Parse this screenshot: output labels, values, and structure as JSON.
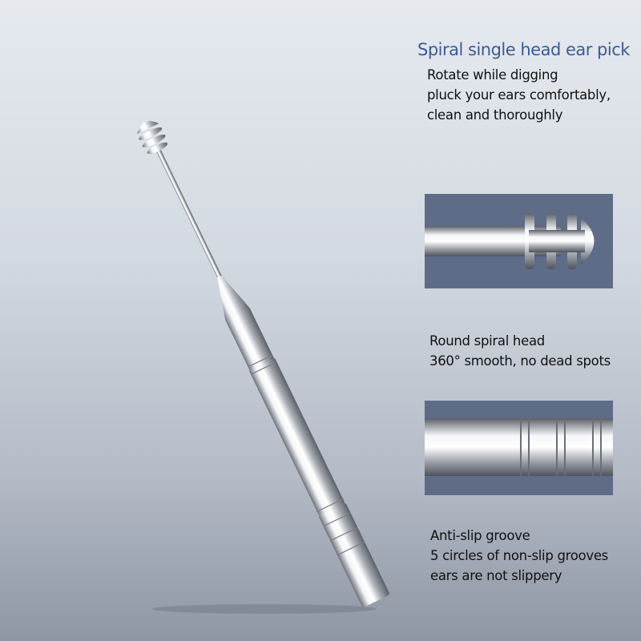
{
  "title": "Spiral single head ear pick",
  "intro": [
    "Rotate while digging",
    "pluck your ears comfortably,",
    "clean and thoroughly"
  ],
  "feature_head": [
    "Round spiral head",
    "360° smooth, no dead spots"
  ],
  "feature_groove": [
    "Anti-slip groove",
    "5 circles of non-slip grooves",
    "ears are not slippery"
  ],
  "colors": {
    "title": "#3d5a95",
    "inset_bg": "#5e6c88",
    "metal": "#c9ccd2"
  }
}
